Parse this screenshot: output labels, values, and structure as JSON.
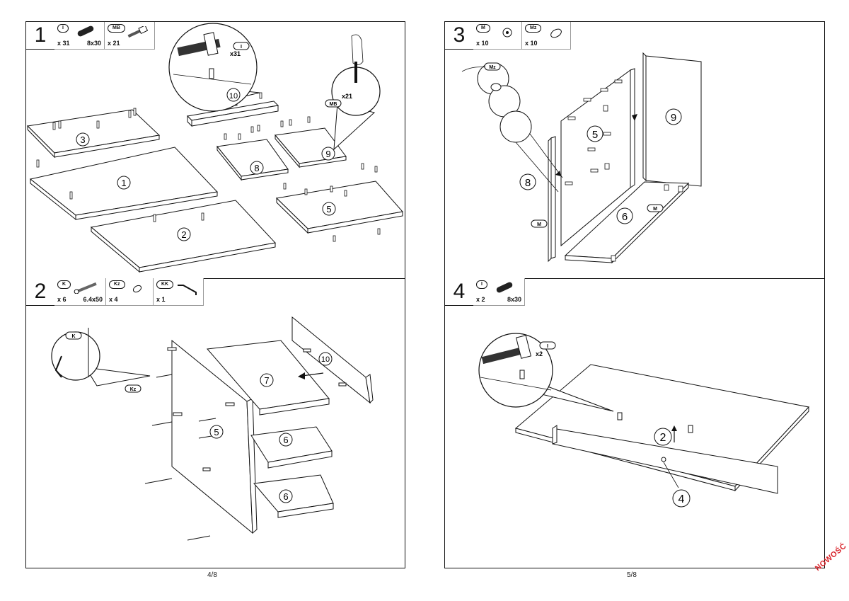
{
  "pages": [
    {
      "number": "4/8",
      "steps": [
        {
          "step": "1",
          "parts": [
            {
              "code": "I",
              "qty": "x 31",
              "size": "8x30",
              "icon": "wooden-dowel-icon"
            },
            {
              "code": "MB",
              "qty": "x 21",
              "size": "",
              "icon": "cam-bolt-icon"
            }
          ],
          "callouts": [
            {
              "code": "I",
              "qty": "x31"
            },
            {
              "code": "MB",
              "qty": "x21"
            }
          ],
          "panels": [
            "3",
            "1",
            "2",
            "10",
            "8",
            "9",
            "5"
          ]
        },
        {
          "step": "2",
          "parts": [
            {
              "code": "K",
              "qty": "x 6",
              "size": "6.4x50",
              "icon": "confirmat-screw-icon"
            },
            {
              "code": "Kz",
              "qty": "x 4",
              "size": "",
              "icon": "screw-cap-icon"
            },
            {
              "code": "KK",
              "qty": "x 1",
              "size": "",
              "icon": "allen-key-icon"
            }
          ],
          "callouts": [
            {
              "code": "K"
            },
            {
              "code": "Kz"
            }
          ],
          "panels": [
            "7",
            "10",
            "5",
            "6",
            "6"
          ]
        }
      ]
    },
    {
      "number": "5/8",
      "steps": [
        {
          "step": "3",
          "parts": [
            {
              "code": "M",
              "qty": "x 10",
              "size": "",
              "icon": "cam-lock-icon"
            },
            {
              "code": "Mz",
              "qty": "x 10",
              "size": "",
              "icon": "cam-cover-icon"
            }
          ],
          "callouts": [
            {
              "code": "Mz"
            },
            {
              "code": "M"
            },
            {
              "code": "M"
            }
          ],
          "panels": [
            "9",
            "5",
            "8",
            "6"
          ]
        },
        {
          "step": "4",
          "parts": [
            {
              "code": "I",
              "qty": "x 2",
              "size": "8x30",
              "icon": "wooden-dowel-icon"
            }
          ],
          "callouts": [
            {
              "code": "I",
              "qty": "x2"
            }
          ],
          "panels": [
            "2",
            "4"
          ]
        }
      ]
    }
  ],
  "badge": "NOWOŚĆ",
  "colors": {
    "line": "#111111",
    "badge": "#d9232a",
    "dowel": "#222222"
  }
}
